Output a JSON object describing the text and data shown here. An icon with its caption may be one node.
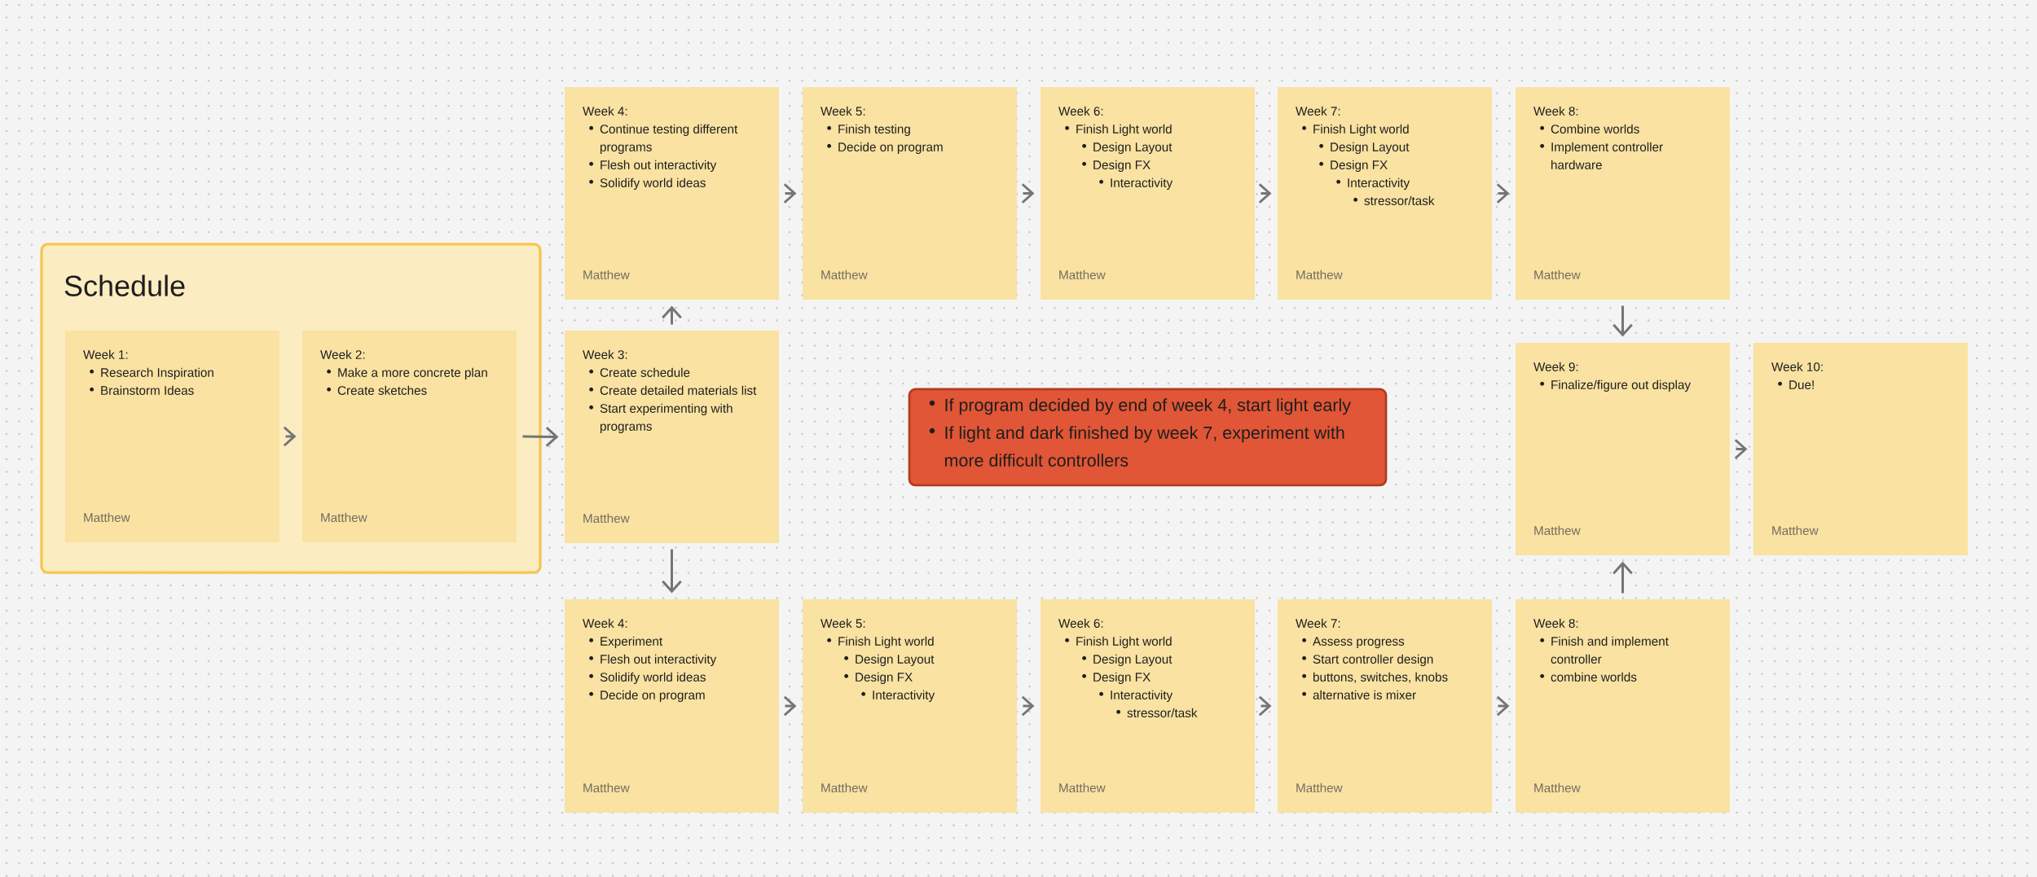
{
  "diagram": {
    "nodes": [
      {
        "text": [
          "Schedule"
        ]
      },
      {
        "text": [
          "Week 1:",
          "Research Inspiration",
          "Brainstorm Ideas",
          "Matthew"
        ],
        "in": 0
      },
      {
        "text": [
          "Week 2:",
          "Make a more concrete plan",
          "Create sketches",
          "Matthew"
        ],
        "in": 0
      },
      {
        "text": [
          "Week 3:",
          "Create schedule",
          "Create detailed materials list",
          "Start experimenting with programs",
          "Matthew"
        ]
      },
      {
        "text": [
          "Week 4:",
          "Continue testing different programs",
          "Flesh out interactivity",
          "Solidify world ideas",
          "Matthew"
        ]
      },
      {
        "text": [
          "Week 5:",
          "Finish testing",
          "Decide on program",
          "Matthew"
        ]
      },
      {
        "text": [
          "Week 6:",
          "Finish Light world",
          "Design Layout",
          "Design FX",
          "Interactivity",
          "Matthew"
        ]
      },
      {
        "text": [
          "Week 7:",
          "Finish Light world",
          "Design Layout",
          "Design FX",
          "Interactivity",
          "stressor/task",
          "Matthew"
        ]
      },
      {
        "text": [
          "Week 8:",
          "Combine worlds",
          "Implement controller hardware",
          "Matthew"
        ]
      },
      {
        "text": [
          "Week 4:",
          "Experiment",
          "Flesh out interactivity",
          "Solidify world ideas",
          "Decide on program",
          "Matthew"
        ]
      },
      {
        "text": [
          "Week 5:",
          "Finish Light world",
          "Design Layout",
          "Design FX",
          "Interactivity",
          "Matthew"
        ]
      },
      {
        "text": [
          "Week 6:",
          "Finish Light world",
          "Design Layout",
          "Design FX",
          "Interactivity",
          "stressor/task",
          "Matthew"
        ]
      },
      {
        "text": [
          "Week 7:",
          "Assess progress",
          "Start controller design",
          "buttons, switches, knobs",
          "alternative is mixer",
          "Matthew"
        ]
      },
      {
        "text": [
          "Week 8:",
          "Finish and implement controller",
          "combine worlds",
          "Matthew"
        ]
      },
      {
        "text": [
          "Week 9:",
          "Finalize/figure out display",
          "Matthew"
        ]
      },
      {
        "text": [
          "Week 10:",
          "Due!",
          "Matthew"
        ]
      },
      {
        "text": [
          "If program decided by end of week 4, start light early",
          "If light and dark finished by week 7, experiment with more difficult controllers"
        ]
      }
    ],
    "edges": [
      {
        "from": 1,
        "to": 2,
        "arrow": "to"
      },
      {
        "from": 2,
        "to": 3,
        "arrow": "to"
      },
      {
        "from": 3,
        "to": 4,
        "arrow": "to"
      },
      {
        "from": 3,
        "to": 9,
        "arrow": "to"
      },
      {
        "from": 4,
        "to": 5,
        "arrow": "to"
      },
      {
        "from": 5,
        "to": 6,
        "arrow": "to"
      },
      {
        "from": 6,
        "to": 7,
        "arrow": "to"
      },
      {
        "from": 7,
        "to": 8,
        "arrow": "to"
      },
      {
        "from": 8,
        "to": 14,
        "arrow": "to"
      },
      {
        "from": 9,
        "to": 10,
        "arrow": "to"
      },
      {
        "from": 10,
        "to": 11,
        "arrow": "to"
      },
      {
        "from": 11,
        "to": 12,
        "arrow": "to"
      },
      {
        "from": 12,
        "to": 13,
        "arrow": "to"
      },
      {
        "from": 13,
        "to": 14,
        "arrow": "to"
      },
      {
        "from": 14,
        "to": 15,
        "arrow": "to"
      }
    ]
  }
}
